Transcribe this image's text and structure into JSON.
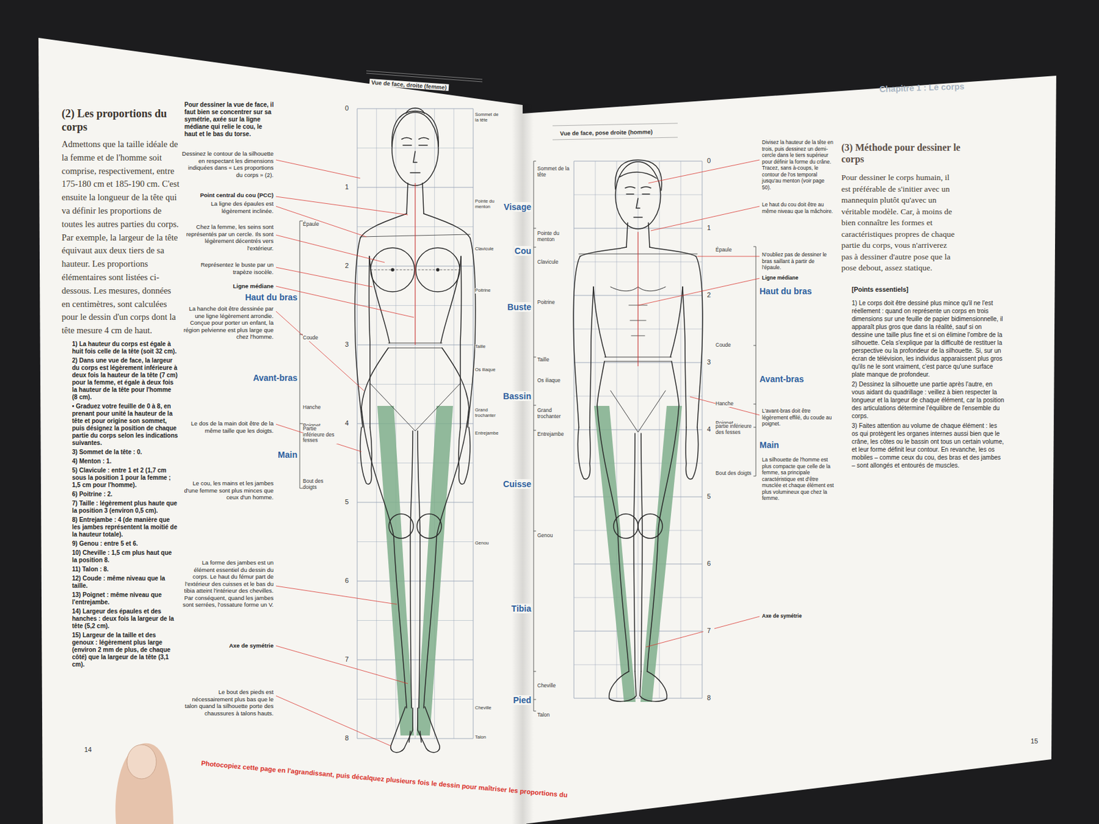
{
  "diagram": {
    "labels": [
      "(2) Les proportions du corps",
      "Admettons que la taille idéale de la femme et de l'homme soit comprise, respectivement, entre 175-180 cm et 185-190 cm. C'est ensuite la longueur de la tête qui va définir les proportions de toutes les autres parties du corps. Par exemple, la largeur de la tête équivaut aux deux tiers de sa hauteur. Les proportions élémentaires sont listées ci-dessous. Les mesures, données en centimètres, sont calculées pour le dessin d'un corps dont la tête mesure 4 cm de haut.",
      "1) La hauteur du corps est égale à huit fois celle de la tête (soit 32 cm).",
      "2) Dans une vue de face, la largeur du corps est légèrement inférieure à deux fois la hauteur de la tête (7 cm) pour la femme, et égale à deux fois la hauteur de la tête pour l'homme (8 cm).",
      "• Graduez votre feuille de 0 à 8, en prenant pour unité la hauteur de la tête et pour origine son sommet, puis désignez la position de chaque partie du corps selon les indications suivantes.",
      "3) Sommet de la tête : 0.",
      "4) Menton : 1.",
      "5) Clavicule : entre 1 et 2 (1,7 cm sous la position 1 pour la femme ; 1,5 cm pour l'homme).",
      "6) Poitrine : 2.",
      "7) Taille : légèrement plus haute que la position 3 (environ 0,5 cm).",
      "8) Entrejambe : 4 (de manière que les jambes représentent la moitié de la hauteur totale).",
      "9) Genou : entre 5 et 6.",
      "10) Cheville : 1,5 cm plus haut que la position 8.",
      "11) Talon : 8.",
      "12) Coude : même niveau que la taille.",
      "13) Poignet : même niveau que l'entrejambe.",
      "14) Largeur des épaules et des hanches : deux fois la largeur de la tête (5,2 cm).",
      "15) Largeur de la taille et des genoux : légèrement plus large (environ 2 mm de plus, de chaque côté) que la largeur de la tête (3,1 cm).",
      "14",
      "Pour dessiner la vue de face, il faut bien se concentrer sur sa symétrie, axée sur la ligne médiane qui relie le cou, le haut et le bas du torse.",
      "Dessinez le contour de la silhouette en respectant les dimensions indiquées dans « Les proportions du corps » (2).",
      "Point central du cou (PCC)",
      "La ligne des épaules est légèrement inclinée.",
      "Chez la femme, les seins sont représentés par un cercle. Ils sont légèrement décentrés vers l'extérieur.",
      "Représentez le buste par un trapèze isocèle.",
      "Ligne médiane",
      "La hanche doit être dessinée par une ligne légèrement arrondie. Conçue pour porter un enfant, la région pelvienne est plus large que chez l'homme.",
      "Le dos de la main doit être de la même taille que les doigts.",
      "Le cou, les mains et les jambes d'une femme sont plus minces que ceux d'un homme.",
      "La forme des jambes est un élément essentiel du dessin du corps. Le haut du fémur part de l'extérieur des cuisses et le bas du tibia atteint l'intérieur des chevilles. Par conséquent, quand les jambes sont serrées, l'ossature forme un V.",
      "Axe de symétrie",
      "Le bout des pieds est nécessairement plus bas que le talon quand la silhouette porte des chaussures à talons hauts.",
      "Vue de face, droite (femme)",
      "0",
      "1",
      "2",
      "3",
      "4",
      "5",
      "6",
      "7",
      "8",
      "Épaule",
      "Haut du bras",
      "Coude",
      "Avant-bras",
      "Hanche",
      "Poignet",
      "Partie inférieure des fesses",
      "Main",
      "Bout des doigts",
      "Sommet de la tête",
      "Pointe du menton",
      "Clavicule",
      "Poitrine",
      "Taille",
      "Os iliaque",
      "Grand trochanter",
      "Entrejambe",
      "Genou",
      "Cheville",
      "Talon",
      "Chapitre 1 : Le corps",
      "Vue de face, pose droite (homme)",
      "Sommet de la tête",
      "Visage",
      "Pointe du menton",
      "Cou",
      "Clavicule",
      "Poitrine",
      "Buste",
      "Taille",
      "Os iliaque",
      "Bassin",
      "Grand trochanter",
      "Entrejambe",
      "Cuisse",
      "Genou",
      "Tibia",
      "Cheville",
      "Pied",
      "Talon",
      "0",
      "1",
      "2",
      "3",
      "4",
      "5",
      "6",
      "7",
      "8",
      "Épaule",
      "Haut du bras",
      "Coude",
      "Avant-bras",
      "Hanche",
      "Poignet",
      "partie inférieure des fesses",
      "Main",
      "Bout des doigts",
      "Divisez la hauteur de la tête en trois, puis dessinez un demi-cercle dans le tiers supérieur pour définir la forme du crâne. Tracez, sans à-coups, le contour de l'os temporal jusqu'au menton (voir page 50).",
      "Le haut du cou doit être au même niveau que la mâchoire.",
      "N'oubliez pas de dessiner le bras saillant à partir de l'épaule.",
      "Ligne médiane",
      "L'avant-bras doit être légèrement effilé, du coude au poignet.",
      "La silhouette de l'homme est plus compacte que celle de la femme, sa principale caractéristique est d'être musclée et chaque élément est plus volumineux que chez la femme.",
      "Axe de symétrie",
      "(3) Méthode pour dessiner le corps",
      "Pour dessiner le corps humain, il est préférable de s'initier avec un mannequin plutôt qu'avec un véritable modèle. Car, à moins de bien connaître les formes et caractéristiques propres de chaque partie du corps, vous n'arriverez pas à dessiner d'autre pose que la pose debout, assez statique.",
      "[Points essentiels]",
      "1) Le corps doit être dessiné plus mince qu'il ne l'est réellement : quand on représente un corps en trois dimensions sur une feuille de papier bidimensionnelle, il apparaît plus gros que dans la réalité, sauf si on dessine une taille plus fine et si on élimine l'ombre de la silhouette. Cela s'explique par la difficulté de restituer la perspective ou la profondeur de la silhouette. Si, sur un écran de télévision, les individus apparaissent plus gros qu'ils ne le sont vraiment, c'est parce qu'une surface plate manque de profondeur.",
      "2) Dessinez la silhouette une partie après l'autre, en vous aidant du quadrillage : veillez à bien respecter la longueur et la largeur de chaque élément, car la position des articulations détermine l'équilibre de l'ensemble du corps.",
      "3) Faites attention au volume de chaque élément : les os qui protègent les organes internes aussi bien que le crâne, les côtes ou le bassin ont tous un certain volume, et leur forme définit leur contour. En revanche, les os mobiles – comme ceux du cou, des bras et des jambes – sont allongés et entourés de muscles.",
      "15",
      "Photocopiez cette page en l'agrandissant, puis décalquez plusieurs fois le dessin pour maîtriser les proportions du"
    ]
  }
}
